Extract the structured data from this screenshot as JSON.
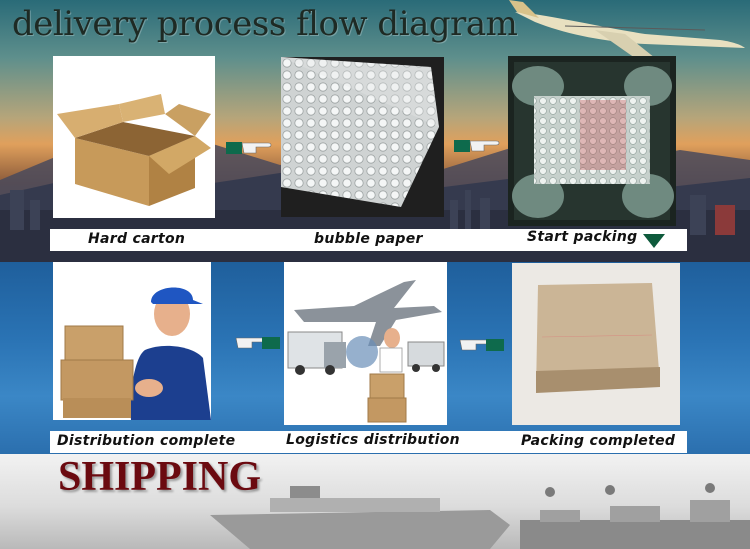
{
  "title": "delivery process flow diagram",
  "footer": {
    "label": "SHIPPING"
  },
  "steps": [
    {
      "label": "Hard carton",
      "icon": "cardboard-box-icon"
    },
    {
      "label": "bubble paper",
      "icon": "bubble-wrap-icon"
    },
    {
      "label": "Start packing",
      "icon": "packing-box-icon"
    },
    {
      "label": "Distribution complete",
      "icon": "delivery-man-icon"
    },
    {
      "label": "Logistics distribution",
      "icon": "plane-truck-icon"
    },
    {
      "label": "Packing completed",
      "icon": "sealed-box-icon"
    }
  ],
  "colors": {
    "shipping_text": "#6b0a10",
    "label_strip": "#ffffff",
    "arrow": "#0e5a3c"
  }
}
